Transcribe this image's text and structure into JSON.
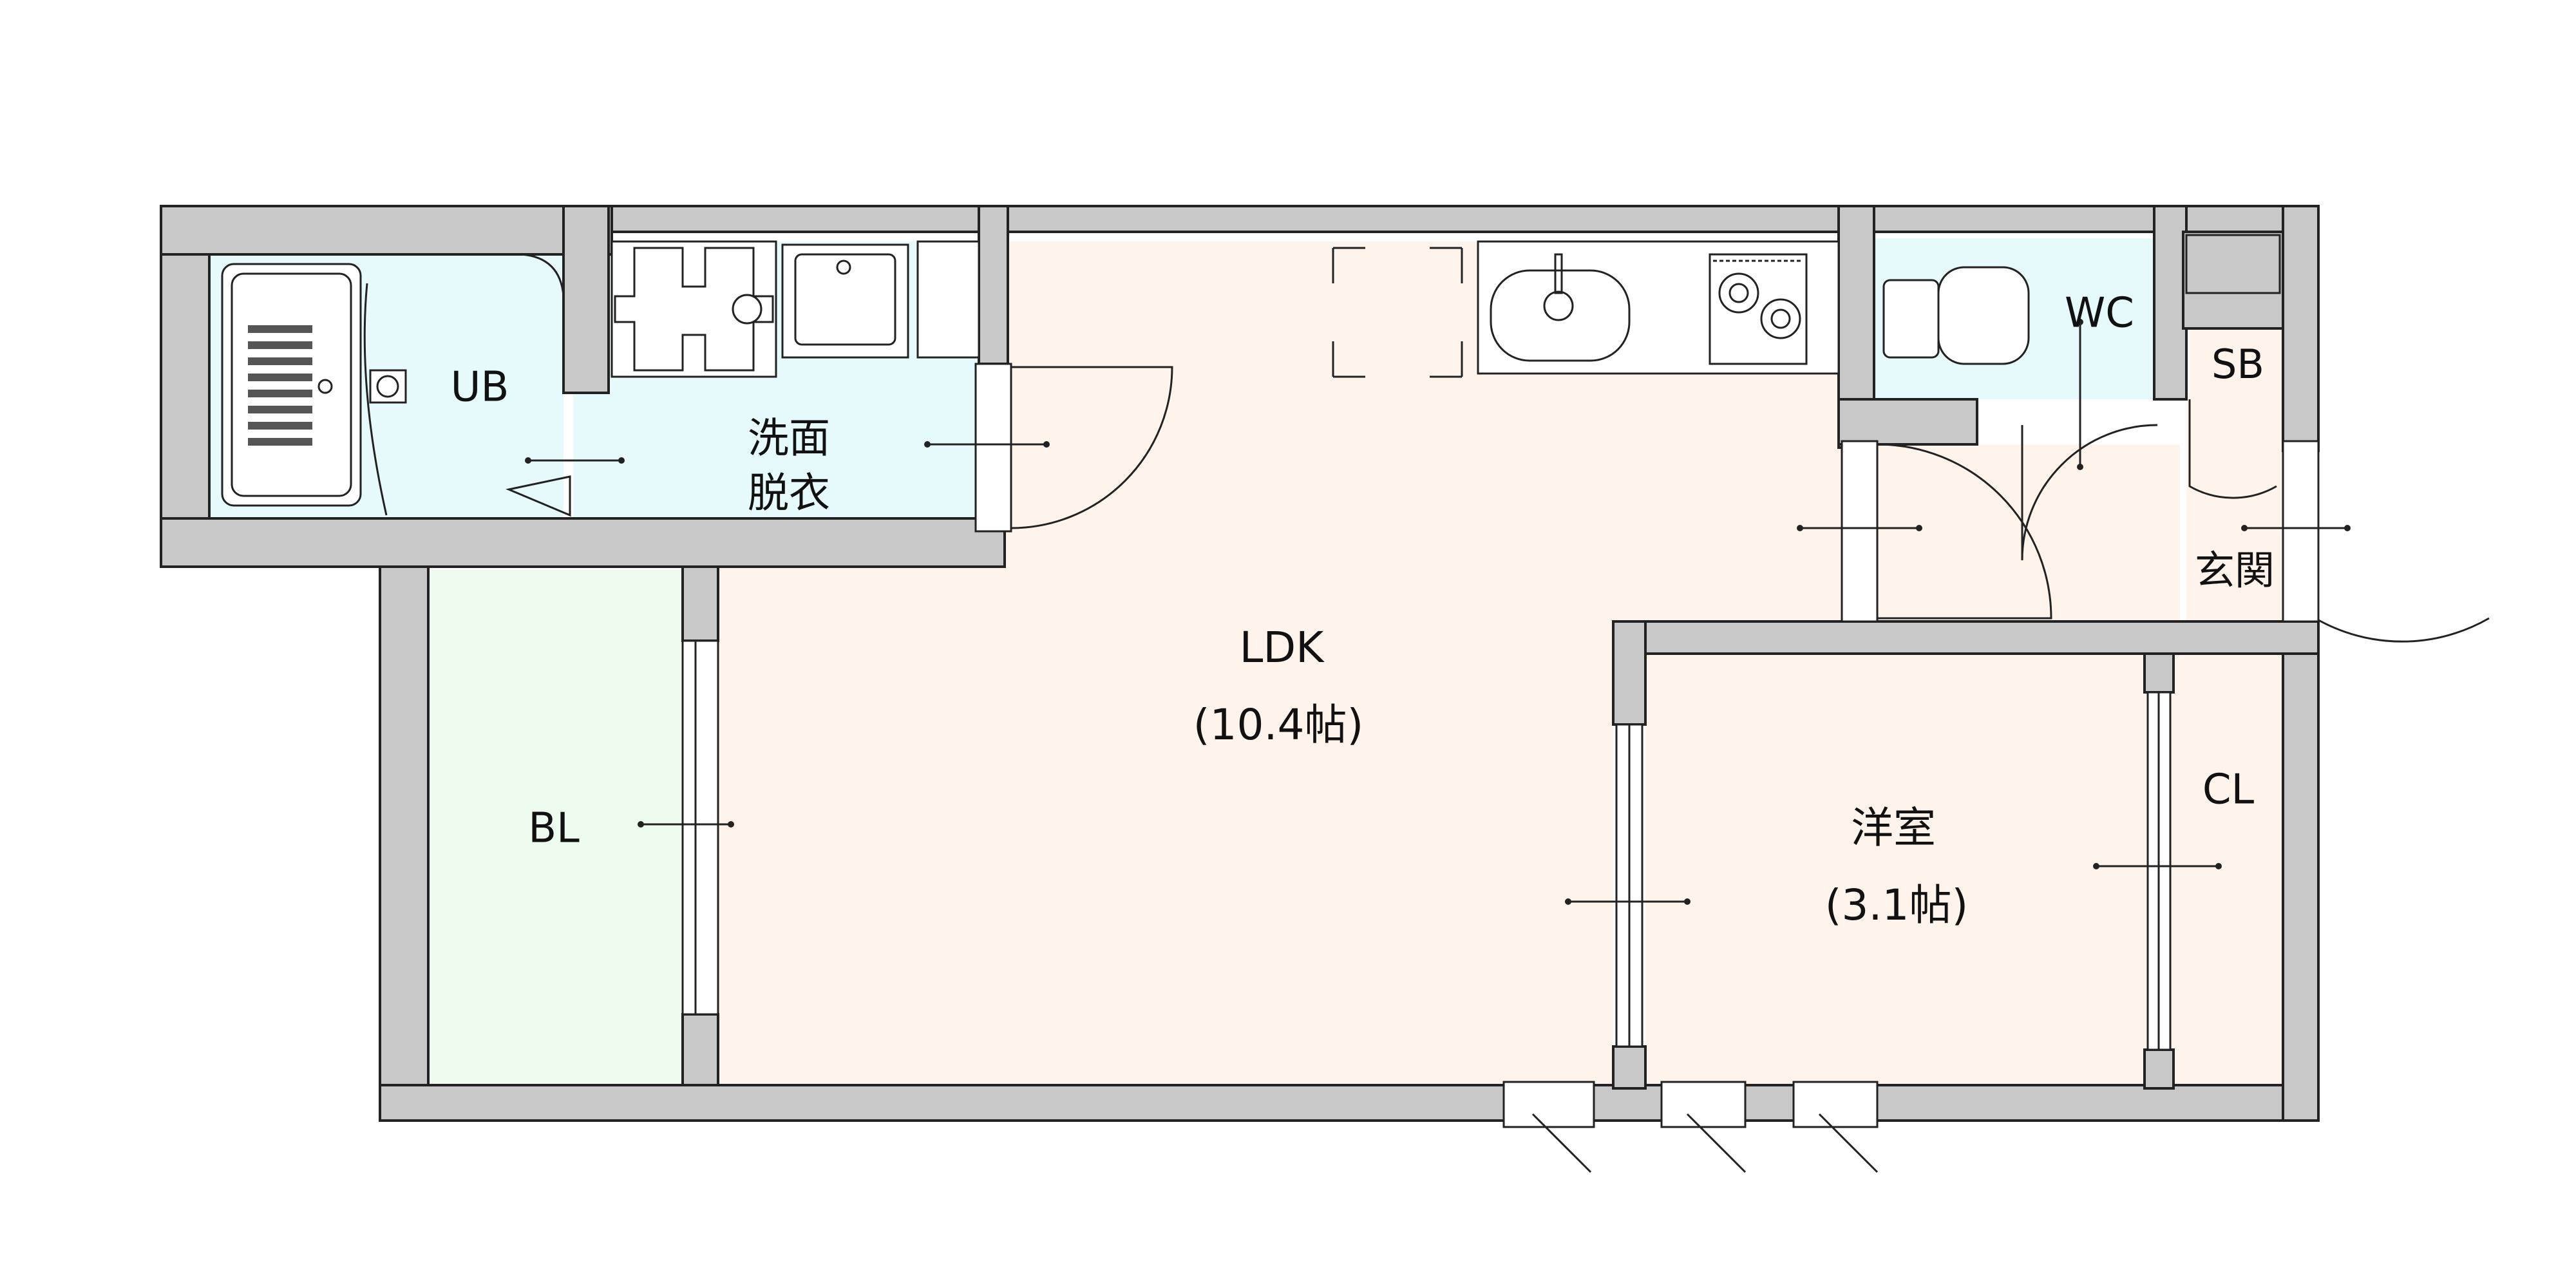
{
  "plan": {
    "rooms": {
      "ldk": {
        "name": "LDK",
        "size": "(10.4帖)"
      },
      "western": {
        "name": "洋室",
        "size": "(3.1帖)"
      },
      "bath": {
        "name": "UB"
      },
      "washroom": {
        "line1": "洗面",
        "line2": "脱衣"
      },
      "toilet": {
        "name": "WC"
      },
      "shoe_box": {
        "name": "SB"
      },
      "entrance": {
        "name": "玄関"
      },
      "closet": {
        "name": "CL"
      },
      "balcony": {
        "name": "BL"
      }
    },
    "colors": {
      "wall": "#c8c8c8",
      "ldk_floor": "#fff4ec",
      "wet_area": "#e6fafc",
      "balcony": "#edfcee",
      "outline": "#222222"
    }
  }
}
